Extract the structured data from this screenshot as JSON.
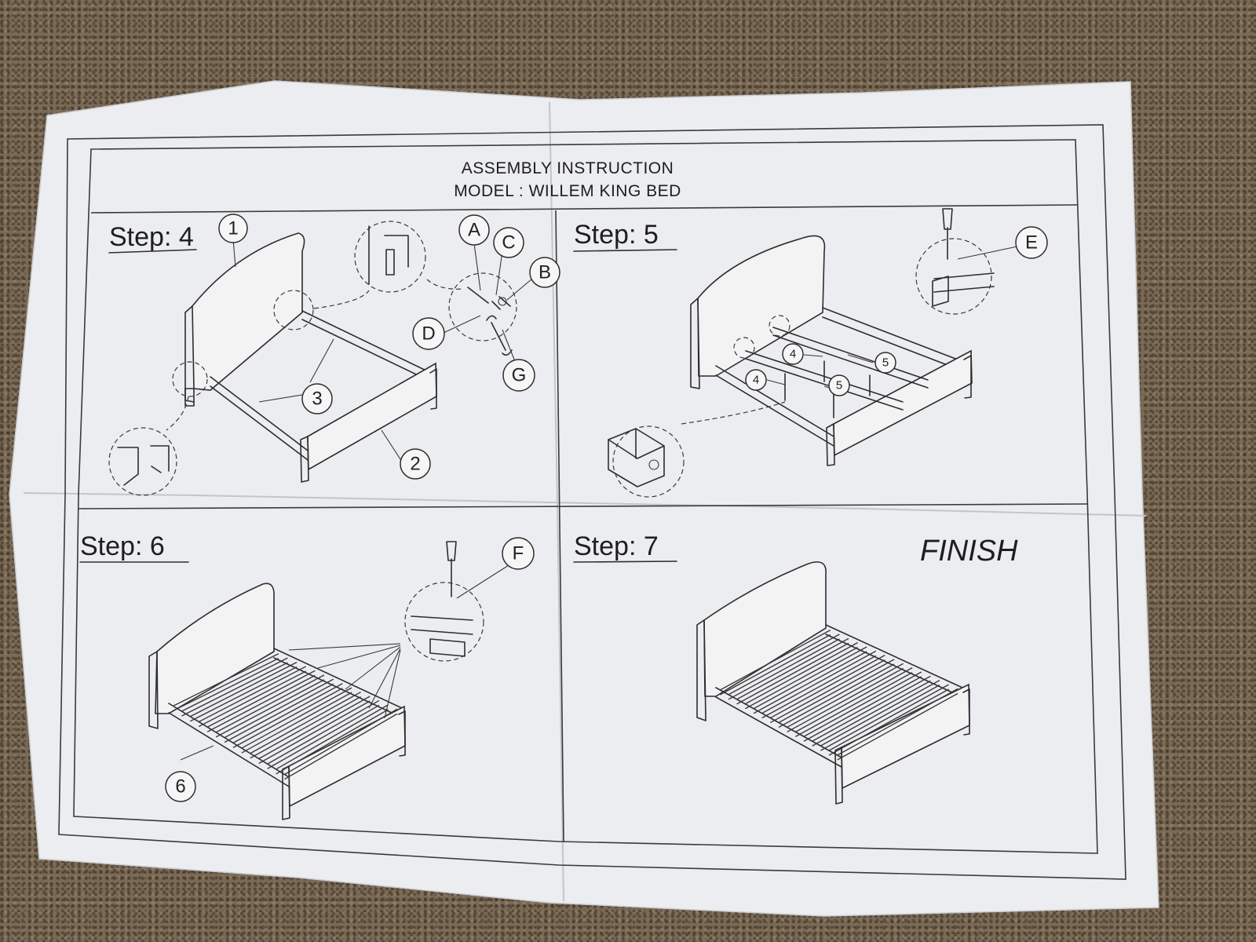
{
  "document": {
    "header_line1": "ASSEMBLY INSTRUCTION",
    "header_line2": "MODEL : WILLEM KING BED"
  },
  "steps": [
    {
      "label": "Step: 4",
      "callouts": [
        "1",
        "2",
        "3",
        "A",
        "B",
        "C",
        "D",
        "G"
      ]
    },
    {
      "label": "Step: 5",
      "callouts": [
        "E",
        "4",
        "5"
      ]
    },
    {
      "label": "Step: 6",
      "callouts": [
        "F",
        "6"
      ]
    },
    {
      "label": "Step: 7",
      "note": "FINISH"
    }
  ]
}
